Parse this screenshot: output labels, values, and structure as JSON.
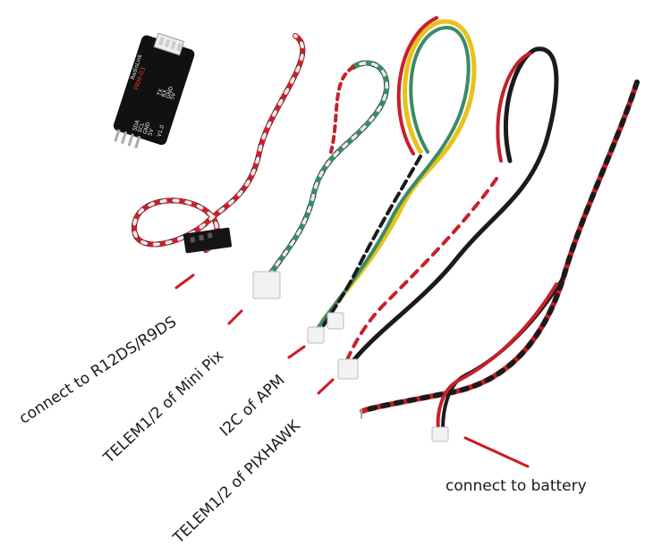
{
  "labels": {
    "r12ds": "connect to R12DS/R9DS",
    "minipix": "TELEM1/2 of Mini Pix",
    "apm": "I2C of APM",
    "pixhawk": "TELEM1/2 of PIXHAWK",
    "battery": "connect to battery"
  },
  "board": {
    "brand": "RadioLink",
    "model": "PRM-03",
    "pins": [
      "SDA",
      "SCL",
      "GND",
      "5V"
    ],
    "telem_pins": [
      "TX",
      "RX",
      "GND",
      "5V"
    ],
    "version": "V1.0"
  },
  "colors": {
    "wire_red": "#c8202a",
    "wire_black": "#1b1b1b",
    "wire_white": "#e9e9e9",
    "wire_green": "#3a8a66",
    "wire_yellow": "#e8c21a",
    "pointer_red": "#d0191f",
    "connector_white": "#f2f2f2"
  }
}
